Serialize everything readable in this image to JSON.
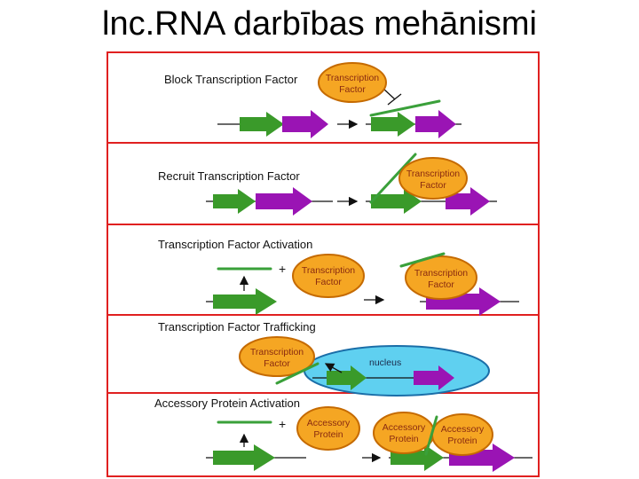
{
  "title": "lnc.RNA darbības mehānismi",
  "panels": [
    {
      "label": "Block Transcription Factor"
    },
    {
      "label": "Recruit Transcription Factor"
    },
    {
      "label": "Transcription Factor Activation"
    },
    {
      "label": "Transcription Factor Trafficking"
    },
    {
      "label": "Accessory Protein Activation"
    }
  ],
  "terms": {
    "tf_line1": "Transcription",
    "tf_line2": "Factor",
    "ap_line1": "Accessory",
    "ap_line2": "Protein",
    "nucleus": "nucleus",
    "plus": "+"
  },
  "colors": {
    "frame": "#e02020",
    "factor": "#f5a623",
    "gene_green": "#3a9a2a",
    "gene_purple": "#9a14b4",
    "lncrna": "#3aa03a",
    "nucleus": "#5fd0f0"
  }
}
